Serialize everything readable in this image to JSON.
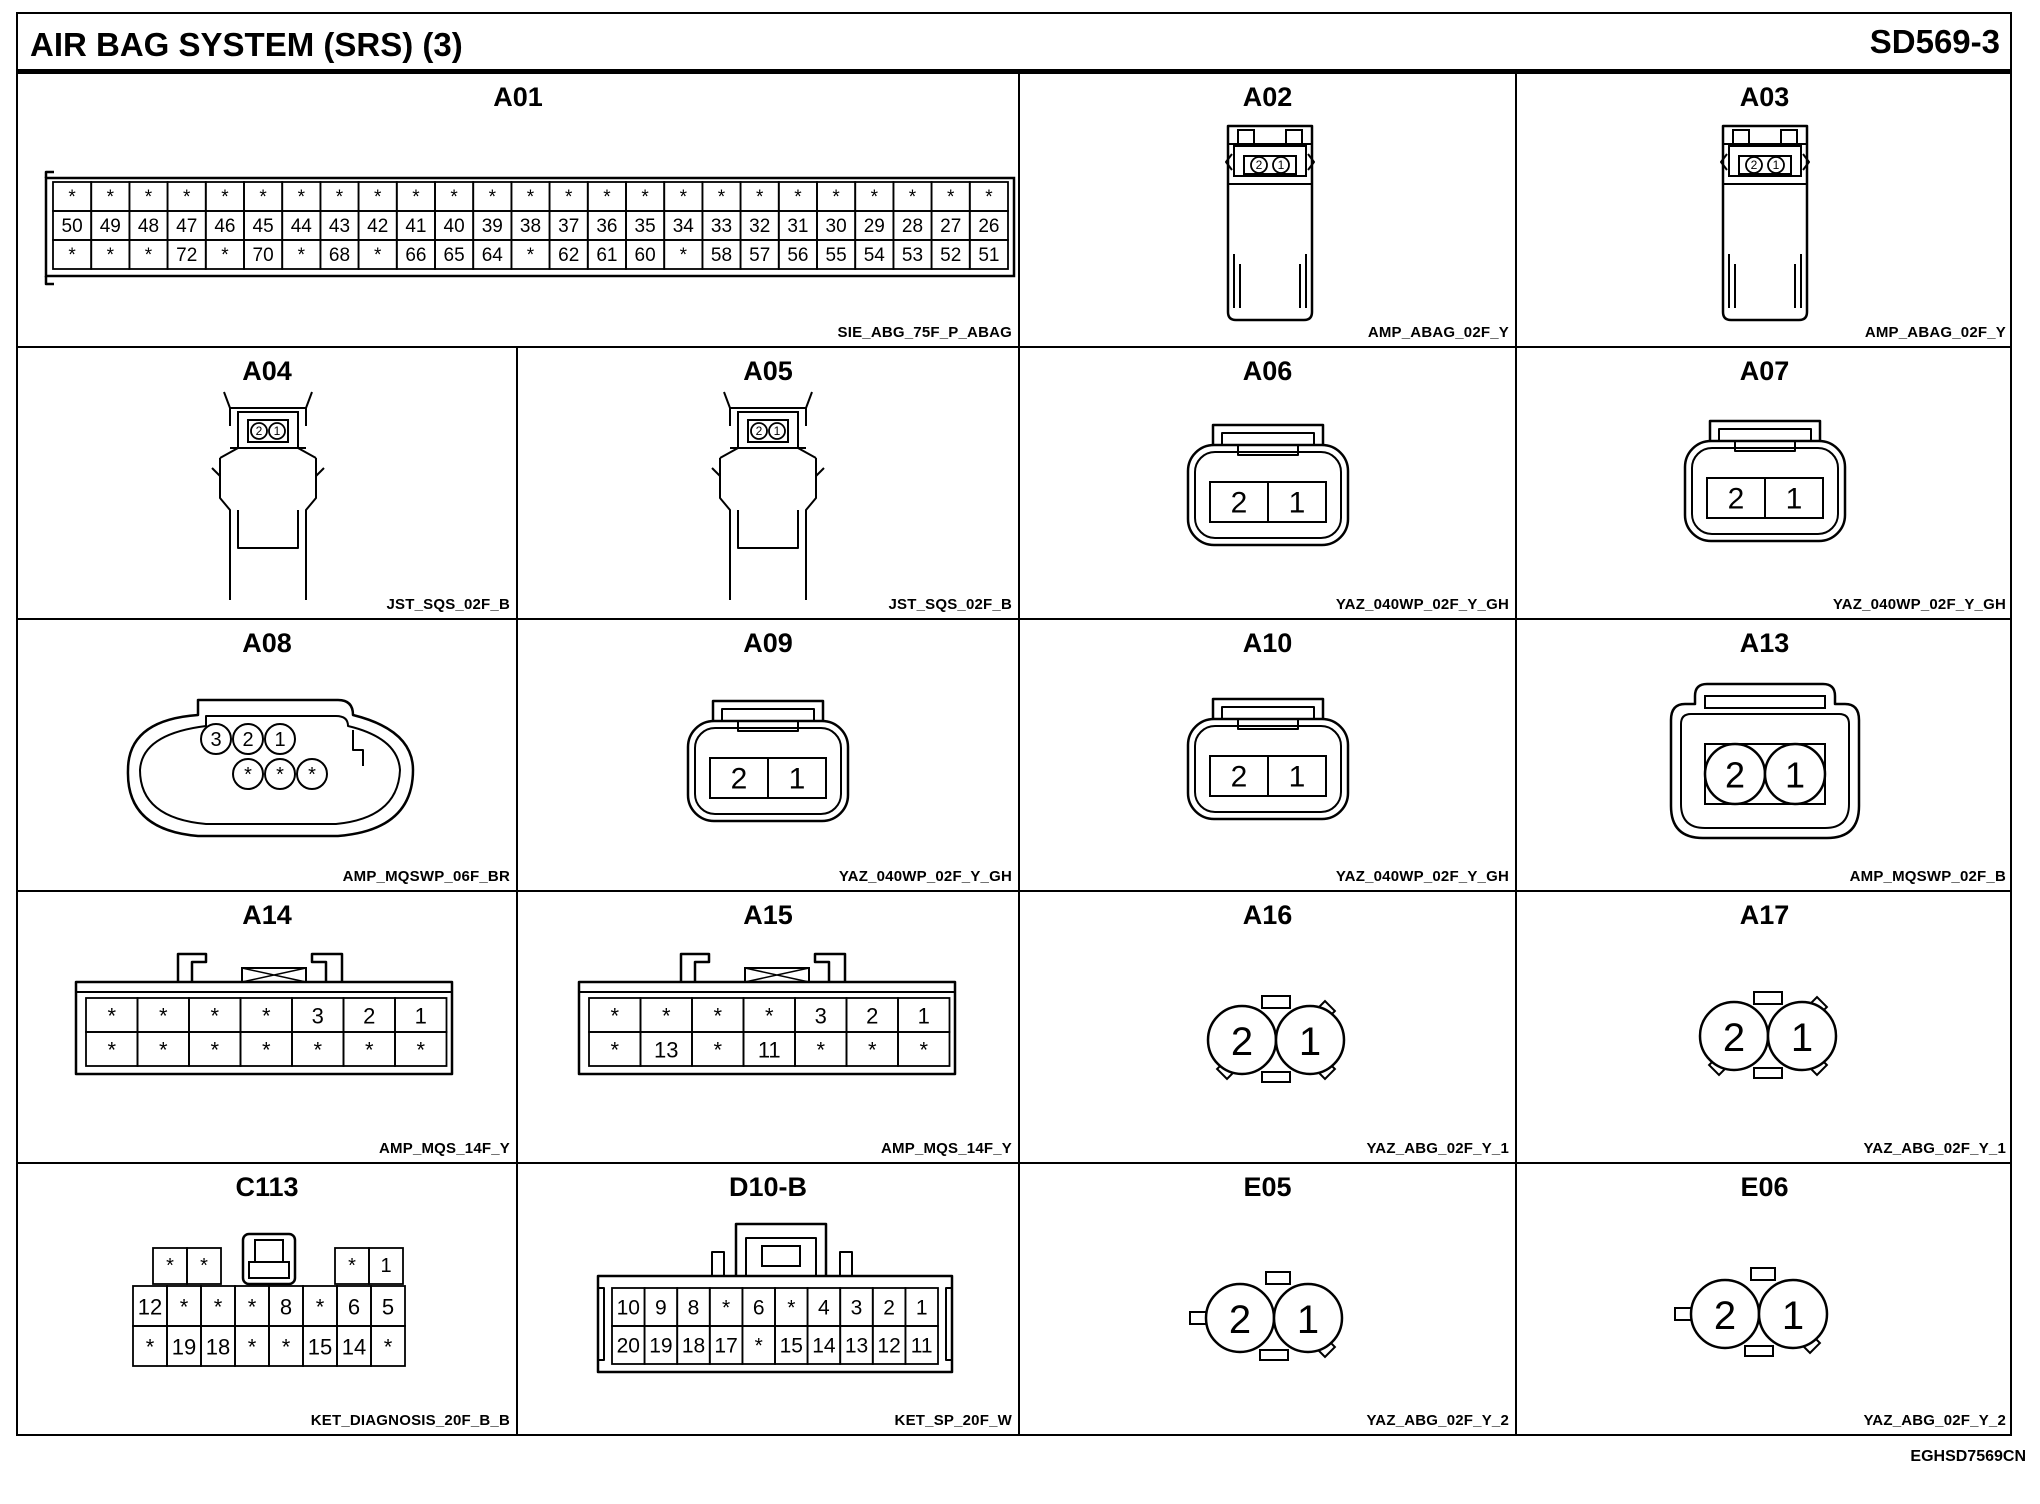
{
  "header": {
    "title": "AIR BAG SYSTEM (SRS) (3)",
    "code": "SD569-3"
  },
  "footer": {
    "code": "EGHSD7569CN"
  },
  "connectors": [
    {
      "id": "A01",
      "type": "SIE_ABG_75F_P_ABAG",
      "rows": [
        [
          "*",
          "*",
          "*",
          "*",
          "*",
          "*",
          "*",
          "*",
          "*",
          "*",
          "*",
          "*",
          "*",
          "*",
          "*",
          "*",
          "*",
          "*",
          "*",
          "*",
          "*",
          "*",
          "*",
          "*",
          "*"
        ],
        [
          "50",
          "49",
          "48",
          "47",
          "46",
          "45",
          "44",
          "43",
          "42",
          "41",
          "40",
          "39",
          "38",
          "37",
          "36",
          "35",
          "34",
          "33",
          "32",
          "31",
          "30",
          "29",
          "28",
          "27",
          "26"
        ],
        [
          "*",
          "*",
          "*",
          "72",
          "*",
          "70",
          "*",
          "68",
          "*",
          "66",
          "65",
          "64",
          "*",
          "62",
          "61",
          "60",
          "*",
          "58",
          "57",
          "56",
          "55",
          "54",
          "53",
          "52",
          "51"
        ]
      ]
    },
    {
      "id": "A02",
      "type": "AMP_ABAG_02F_Y",
      "pins": [
        "2",
        "1"
      ]
    },
    {
      "id": "A03",
      "type": "AMP_ABAG_02F_Y",
      "pins": [
        "2",
        "1"
      ]
    },
    {
      "id": "A04",
      "type": "JST_SQS_02F_B",
      "pins": [
        "2",
        "1"
      ]
    },
    {
      "id": "A05",
      "type": "JST_SQS_02F_B",
      "pins": [
        "2",
        "1"
      ]
    },
    {
      "id": "A06",
      "type": "YAZ_040WP_02F_Y_GH",
      "pins": [
        "2",
        "1"
      ]
    },
    {
      "id": "A07",
      "type": "YAZ_040WP_02F_Y_GH",
      "pins": [
        "2",
        "1"
      ]
    },
    {
      "id": "A08",
      "type": "AMP_MQSWP_06F_BR",
      "rows": [
        [
          "3",
          "2",
          "1"
        ],
        [
          "*",
          "*",
          "*"
        ]
      ]
    },
    {
      "id": "A09",
      "type": "YAZ_040WP_02F_Y_GH",
      "pins": [
        "2",
        "1"
      ]
    },
    {
      "id": "A10",
      "type": "YAZ_040WP_02F_Y_GH",
      "pins": [
        "2",
        "1"
      ]
    },
    {
      "id": "A13",
      "type": "AMP_MQSWP_02F_B",
      "pins": [
        "2",
        "1"
      ]
    },
    {
      "id": "A14",
      "type": "AMP_MQS_14F_Y",
      "rows": [
        [
          "*",
          "*",
          "*",
          "*",
          "3",
          "2",
          "1"
        ],
        [
          "*",
          "*",
          "*",
          "*",
          "*",
          "*",
          "*"
        ]
      ]
    },
    {
      "id": "A15",
      "type": "AMP_MQS_14F_Y",
      "rows": [
        [
          "*",
          "*",
          "*",
          "*",
          "3",
          "2",
          "1"
        ],
        [
          "*",
          "13",
          "*",
          "11",
          "*",
          "*",
          "*"
        ]
      ]
    },
    {
      "id": "A16",
      "type": "YAZ_ABG_02F_Y_1",
      "pins": [
        "2",
        "1"
      ]
    },
    {
      "id": "A17",
      "type": "YAZ_ABG_02F_Y_1",
      "pins": [
        "2",
        "1"
      ]
    },
    {
      "id": "C113",
      "type": "KET_DIAGNOSIS_20F_B_B",
      "top_left": [
        "*",
        "*"
      ],
      "top_right": [
        "*",
        "1"
      ],
      "rows": [
        [
          "12",
          "*",
          "*",
          "*",
          "8",
          "*",
          "6",
          "5"
        ],
        [
          "*",
          "19",
          "18",
          "*",
          "*",
          "15",
          "14",
          "*"
        ]
      ]
    },
    {
      "id": "D10-B",
      "type": "KET_SP_20F_W",
      "rows": [
        [
          "10",
          "9",
          "8",
          "*",
          "6",
          "*",
          "4",
          "3",
          "2",
          "1"
        ],
        [
          "20",
          "19",
          "18",
          "17",
          "*",
          "15",
          "14",
          "13",
          "12",
          "11"
        ]
      ]
    },
    {
      "id": "E05",
      "type": "YAZ_ABG_02F_Y_2",
      "pins": [
        "2",
        "1"
      ]
    },
    {
      "id": "E06",
      "type": "YAZ_ABG_02F_Y_2",
      "pins": [
        "2",
        "1"
      ]
    }
  ]
}
